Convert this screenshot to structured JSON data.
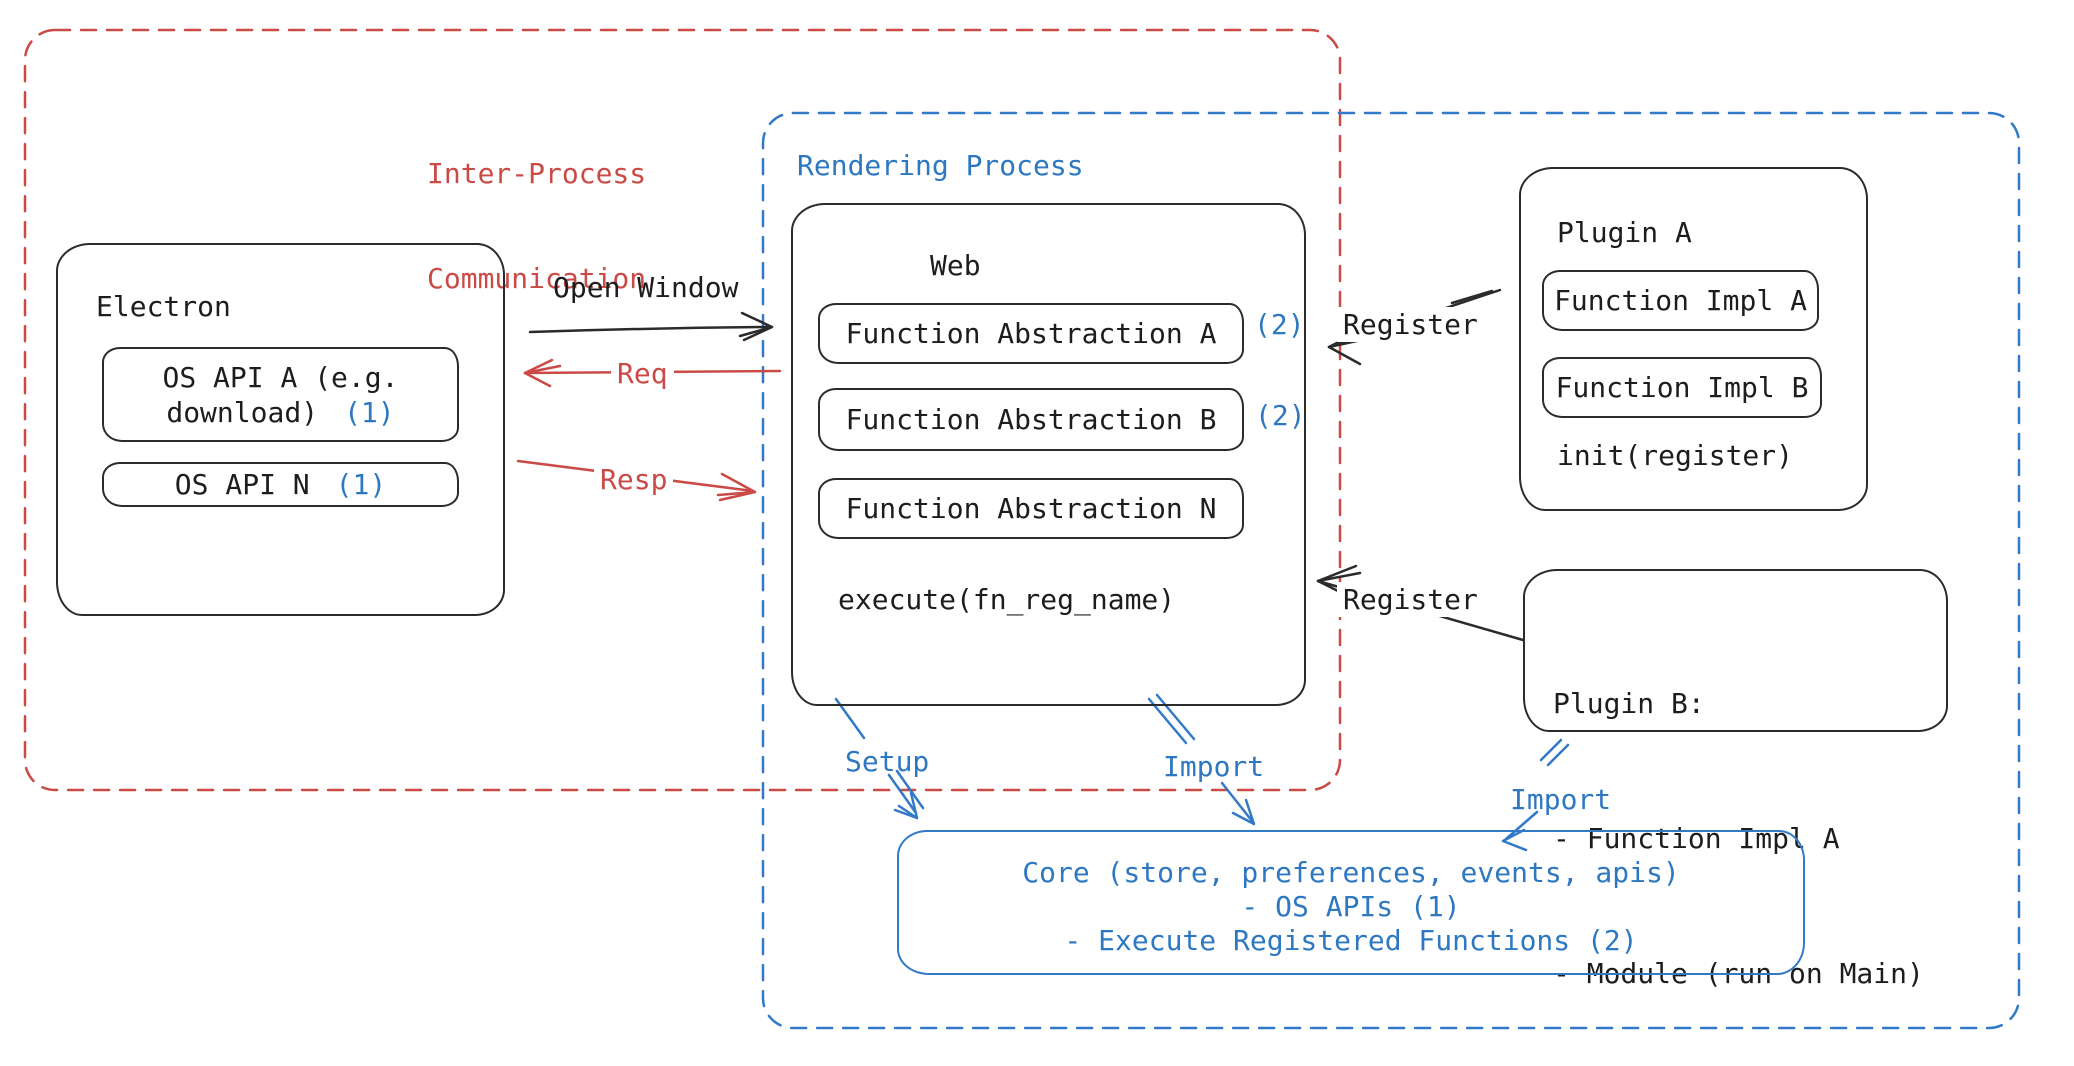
{
  "colors": {
    "red": "#ca4a46",
    "blue": "#2e78c2",
    "ink": "#1d1d1d"
  },
  "groups": {
    "ipc": {
      "line1": "Inter-Process",
      "line2": "Communication"
    },
    "rendering": {
      "label": "Rendering Process"
    }
  },
  "electron": {
    "title": "Electron",
    "api_a": {
      "line1": "OS API A (e.g.",
      "line2": "download)",
      "badge": "(1)"
    },
    "api_n": {
      "label": "OS API N",
      "badge": "(1)"
    }
  },
  "web": {
    "title": "Web",
    "fn_a": {
      "label": "Function Abstraction A",
      "badge": "(2)"
    },
    "fn_b": {
      "label": "Function Abstraction B",
      "badge": "(2)"
    },
    "fn_n": {
      "label": "Function Abstraction N"
    },
    "execute": "execute(fn_reg_name)"
  },
  "plugin_a": {
    "title": "Plugin A",
    "impl_a": "Function Impl A",
    "impl_b": "Function Impl B",
    "init": "init(register)"
  },
  "plugin_b": {
    "line1": "Plugin B:",
    "line2": "- Function Impl A",
    "line3": "- Module (run on Main)"
  },
  "core": {
    "line1": "Core (store, preferences, events, apis)",
    "line2": "- OS APIs (1)",
    "line3": "- Execute Registered Functions (2)"
  },
  "arrows": {
    "open_window": "Open Window",
    "req": "Req",
    "resp": "Resp",
    "register_a": "Register",
    "register_b": "Register",
    "setup": "Setup",
    "import_web": "Import",
    "import_plugin": "Import"
  }
}
